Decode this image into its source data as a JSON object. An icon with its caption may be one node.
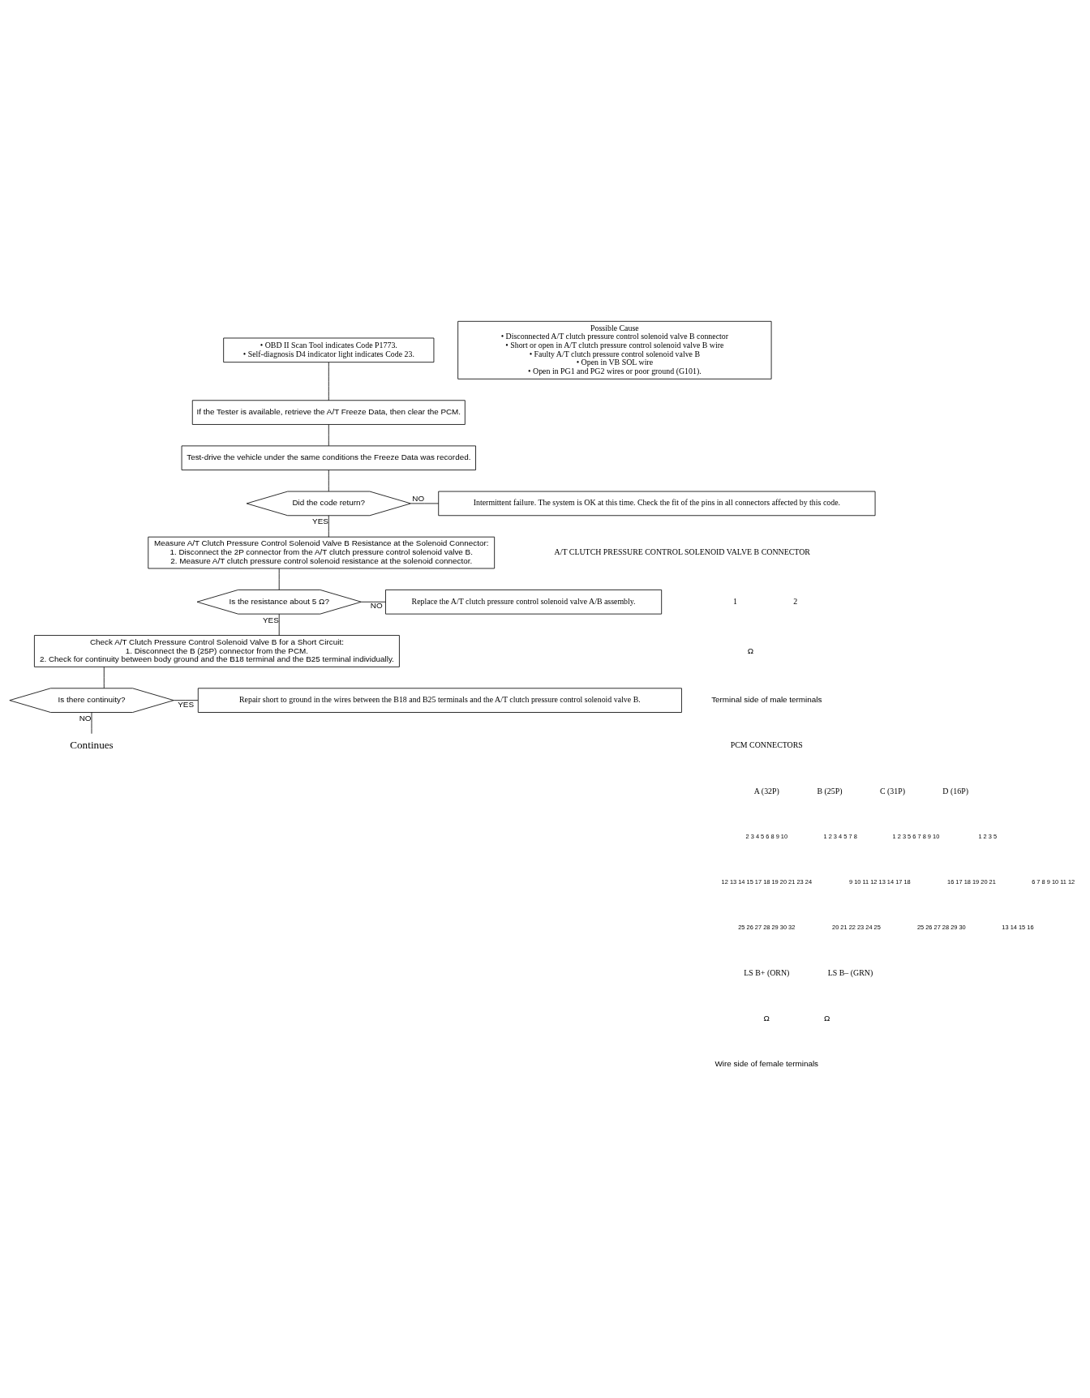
{
  "diagram": {
    "nodes": [
      {
        "text": [
          "• OBD II Scan Tool indicates Code P1773.",
          "• Self-diagnosis D4 indicator light indicates Code 23."
        ]
      },
      {
        "text": [
          "Possible Cause",
          "• Disconnected A/T clutch pressure control solenoid valve B connector",
          "• Short or open in A/T clutch pressure control solenoid valve B wire",
          "• Faulty A/T clutch pressure control solenoid valve B",
          "• Open in VB SOL wire",
          "• Open in PG1 and PG2 wires or poor ground (G101)."
        ]
      },
      {
        "text": [
          "If the Tester is available, retrieve the A/T Freeze Data, then clear the PCM."
        ]
      },
      {
        "text": [
          "Test-drive the vehicle under the same conditions the Freeze Data was recorded."
        ]
      },
      {
        "text": [
          "Did the code return?"
        ]
      },
      {
        "text": [
          "Intermittent failure. The system is OK at this time. Check the fit of the pins in all connectors affected by this code."
        ]
      },
      {
        "text": [
          "Measure A/T Clutch Pressure Control Solenoid Valve B Resistance at the Solenoid Connector:",
          "1. Disconnect the 2P connector from the A/T clutch pressure control solenoid valve B.",
          "2. Measure A/T clutch pressure control solenoid resistance at the solenoid connector."
        ]
      },
      {
        "text": [
          "Is the resistance about 5 Ω?"
        ]
      },
      {
        "text": [
          "Replace the A/T clutch pressure control solenoid valve A/B assembly."
        ]
      },
      {
        "text": [
          "Check A/T Clutch Pressure Control Solenoid Valve B for a Short Circuit:",
          "1. Disconnect the B (25P) connector from the PCM.",
          "2. Check for continuity between body ground and the B18 terminal and the B25 terminal individually."
        ]
      },
      {
        "text": [
          "Is there continuity?"
        ]
      },
      {
        "text": [
          "Repair short to ground in the wires between the B18 and B25 terminals and the A/T clutch pressure control solenoid valve B."
        ]
      },
      {
        "text": [
          "Continues"
        ]
      }
    ],
    "edges": [
      {
        "from": 0,
        "to": 2,
        "arrow": "none"
      },
      {
        "from": 2,
        "to": 3,
        "arrow": "none"
      },
      {
        "from": 3,
        "to": 4,
        "arrow": "none"
      },
      {
        "from": 4,
        "to": 5,
        "arrow": "none",
        "label": "NO"
      },
      {
        "from": 4,
        "to": 6,
        "arrow": "none",
        "label": "YES"
      },
      {
        "from": 6,
        "to": 7,
        "arrow": "none"
      },
      {
        "from": 7,
        "to": 8,
        "arrow": "none",
        "label": "NO"
      },
      {
        "from": 7,
        "to": 9,
        "arrow": "none",
        "label": "YES"
      },
      {
        "from": 9,
        "to": 10,
        "arrow": "none"
      },
      {
        "from": 10,
        "to": 11,
        "arrow": "none",
        "label": "YES"
      },
      {
        "from": 10,
        "to": 12,
        "arrow": "none",
        "label": "NO"
      }
    ],
    "labels": [
      "A/T CLUTCH PRESSURE CONTROL SOLENOID VALVE B CONNECTOR",
      "1",
      "2",
      "Ω",
      "Terminal side of male terminals",
      "PCM CONNECTORS",
      "A (32P)",
      "B (25P)",
      "C (31P)",
      "D (16P)",
      "2 3 4 5 6 8 9 10",
      "1 2 3 4 5 7 8",
      "1 2 3 5 6 7 8 9 10",
      "1 2 3 5",
      "12 13 14 15 17 18 19 20 21 23 24",
      "9 10 11 12 13 14 17 18",
      "16 17 18 19 20 21",
      "6 7 8 9 10 11 12",
      "25 26 27 28 29 30 32",
      "20 21 22 23 24 25",
      "25 26 27 28 29 30",
      "13 14 15 16",
      "LS B+ (ORN)",
      "LS B– (GRN)",
      "Ω",
      "Ω",
      "Wire side of female terminals"
    ]
  }
}
